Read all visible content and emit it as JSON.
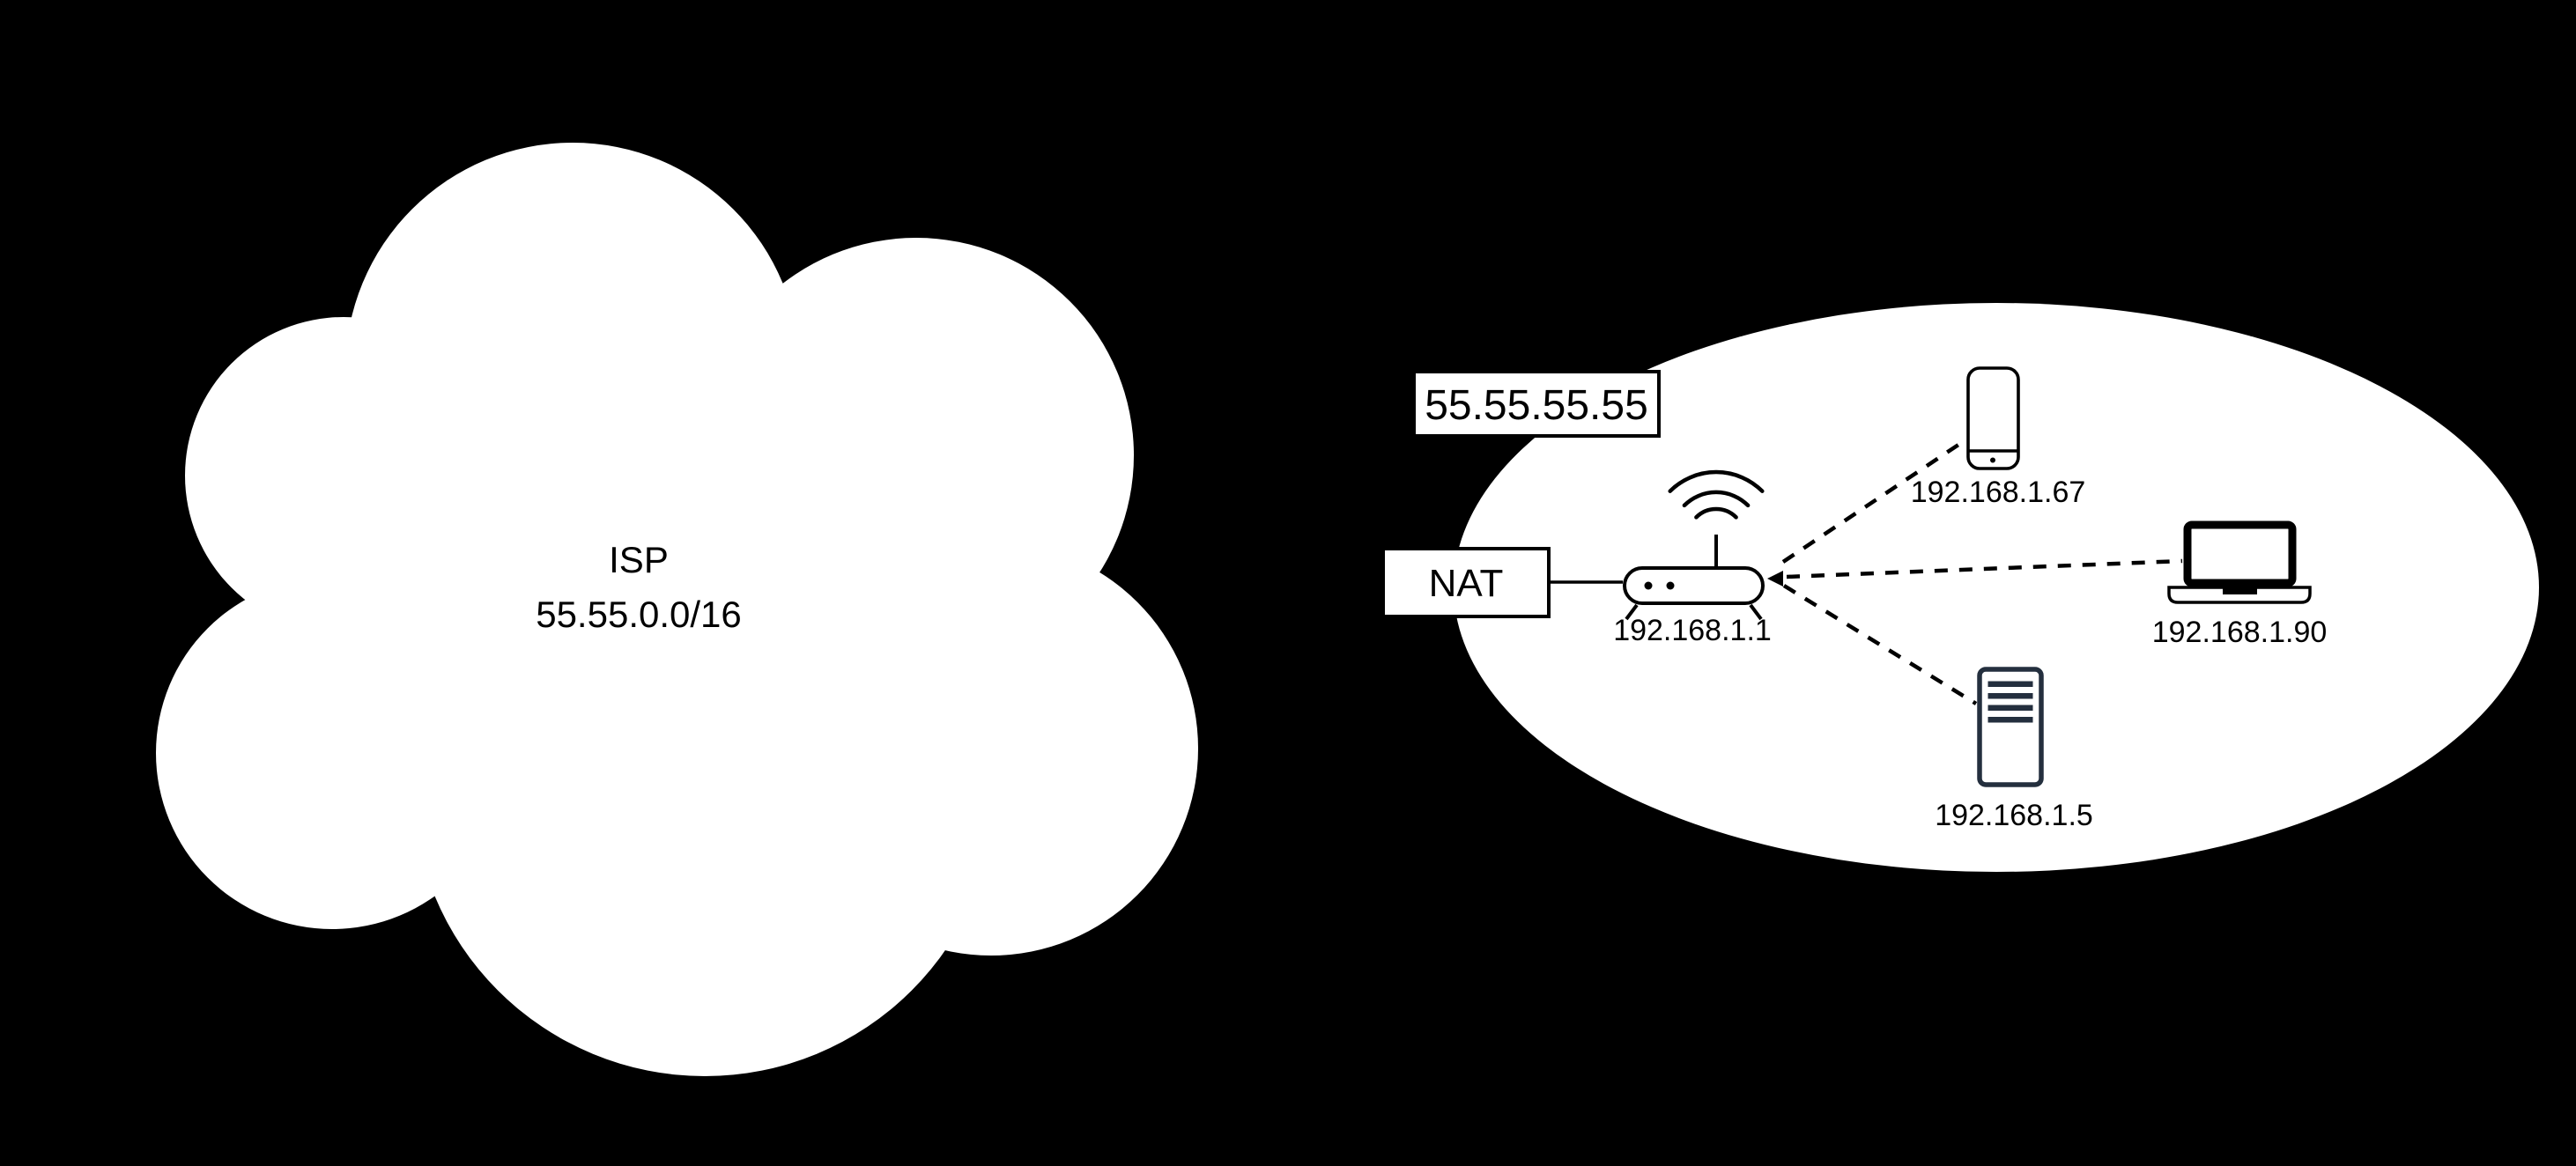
{
  "colors": {
    "background": "#000000",
    "shape_fill": "#ffffff",
    "line_stroke": "#000000",
    "server_icon_accent": "#242f3e"
  },
  "isp_cloud": {
    "name": "ISP",
    "cidr": "55.55.0.0/16"
  },
  "home_network": {
    "public_ip": "55.55.55.55",
    "nat_label": "NAT",
    "router": {
      "ip": "192.168.1.1",
      "icon": "wifi-router-icon"
    },
    "devices": [
      {
        "type": "phone",
        "icon": "phone-icon",
        "ip": "192.168.1.67"
      },
      {
        "type": "laptop",
        "icon": "laptop-icon",
        "ip": "192.168.1.90"
      },
      {
        "type": "server",
        "icon": "server-icon",
        "ip": "192.168.1.5"
      }
    ]
  }
}
